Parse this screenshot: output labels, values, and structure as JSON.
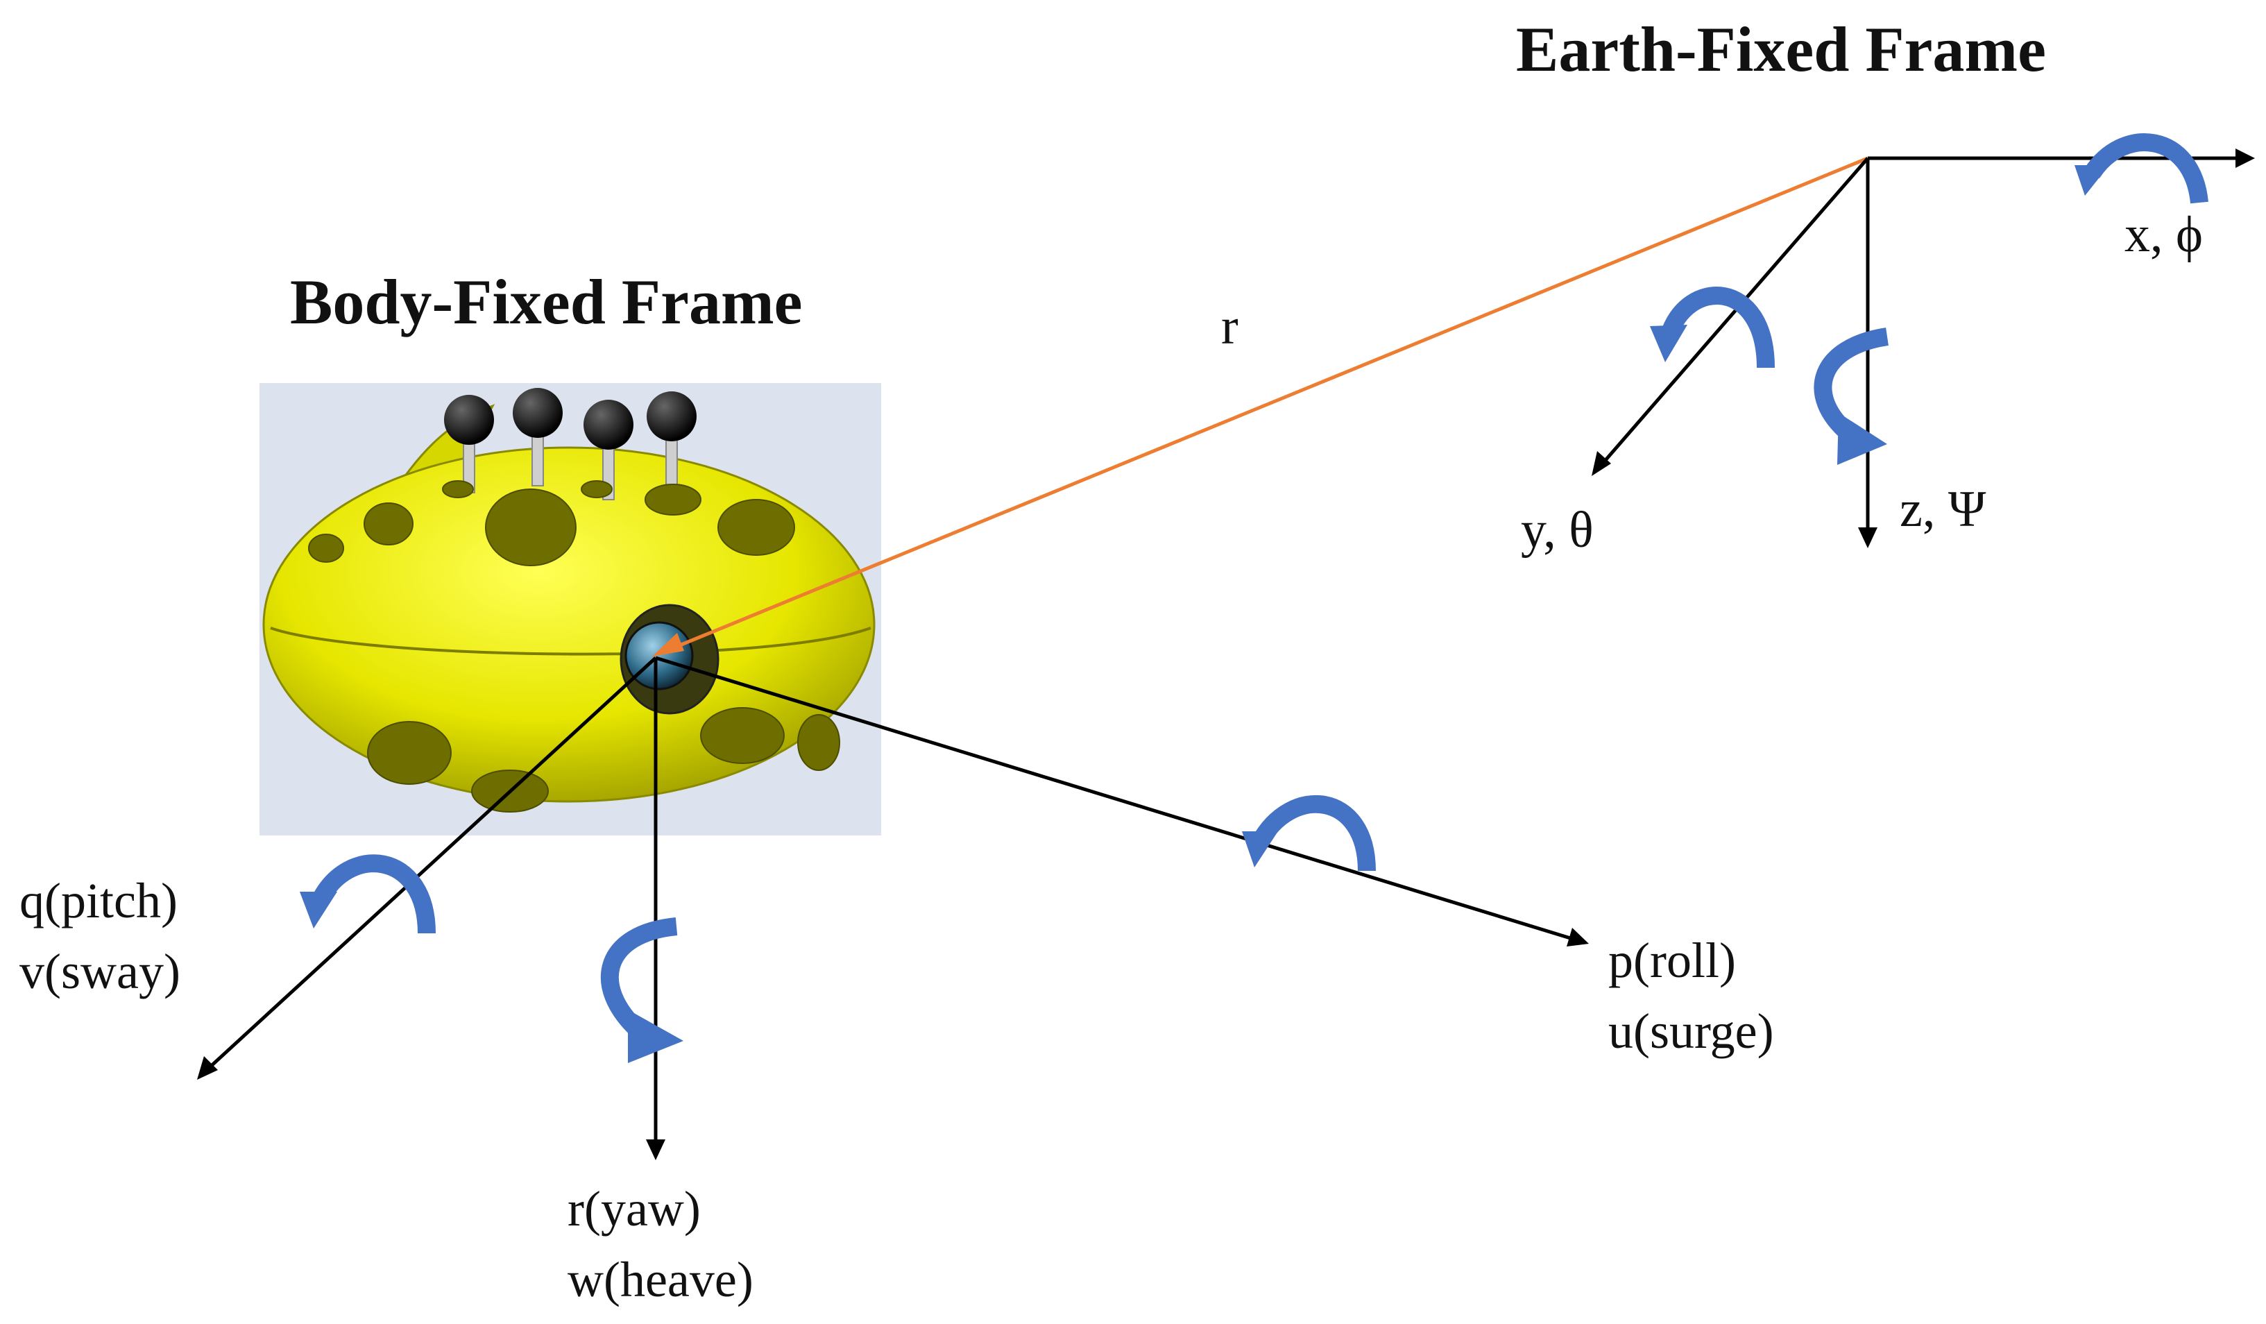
{
  "frames": {
    "earth_title": "Earth-Fixed Frame",
    "body_title": "Body-Fixed Frame"
  },
  "position_vector_label": "r",
  "earth_axes": {
    "x_label": "x, ϕ",
    "y_label": "y, θ",
    "z_label": "z, Ψ"
  },
  "body_axes": {
    "surge_axis": {
      "line1": "p(roll)",
      "line2": "u(surge)"
    },
    "sway_axis": {
      "line1": "q(pitch)",
      "line2": "v(sway)"
    },
    "heave_axis": {
      "line1": "r(yaw)",
      "line2": "w(heave)"
    }
  },
  "colors": {
    "axis": "#000000",
    "position_vector": "#ED7D31",
    "rotation_arrow": "#4472C4",
    "vehicle_body": "#E6E600",
    "background_panel": "#DCE3EE"
  },
  "icons": {
    "rotation": "curved-rotation-arrow",
    "vehicle": "underwater-robot"
  }
}
